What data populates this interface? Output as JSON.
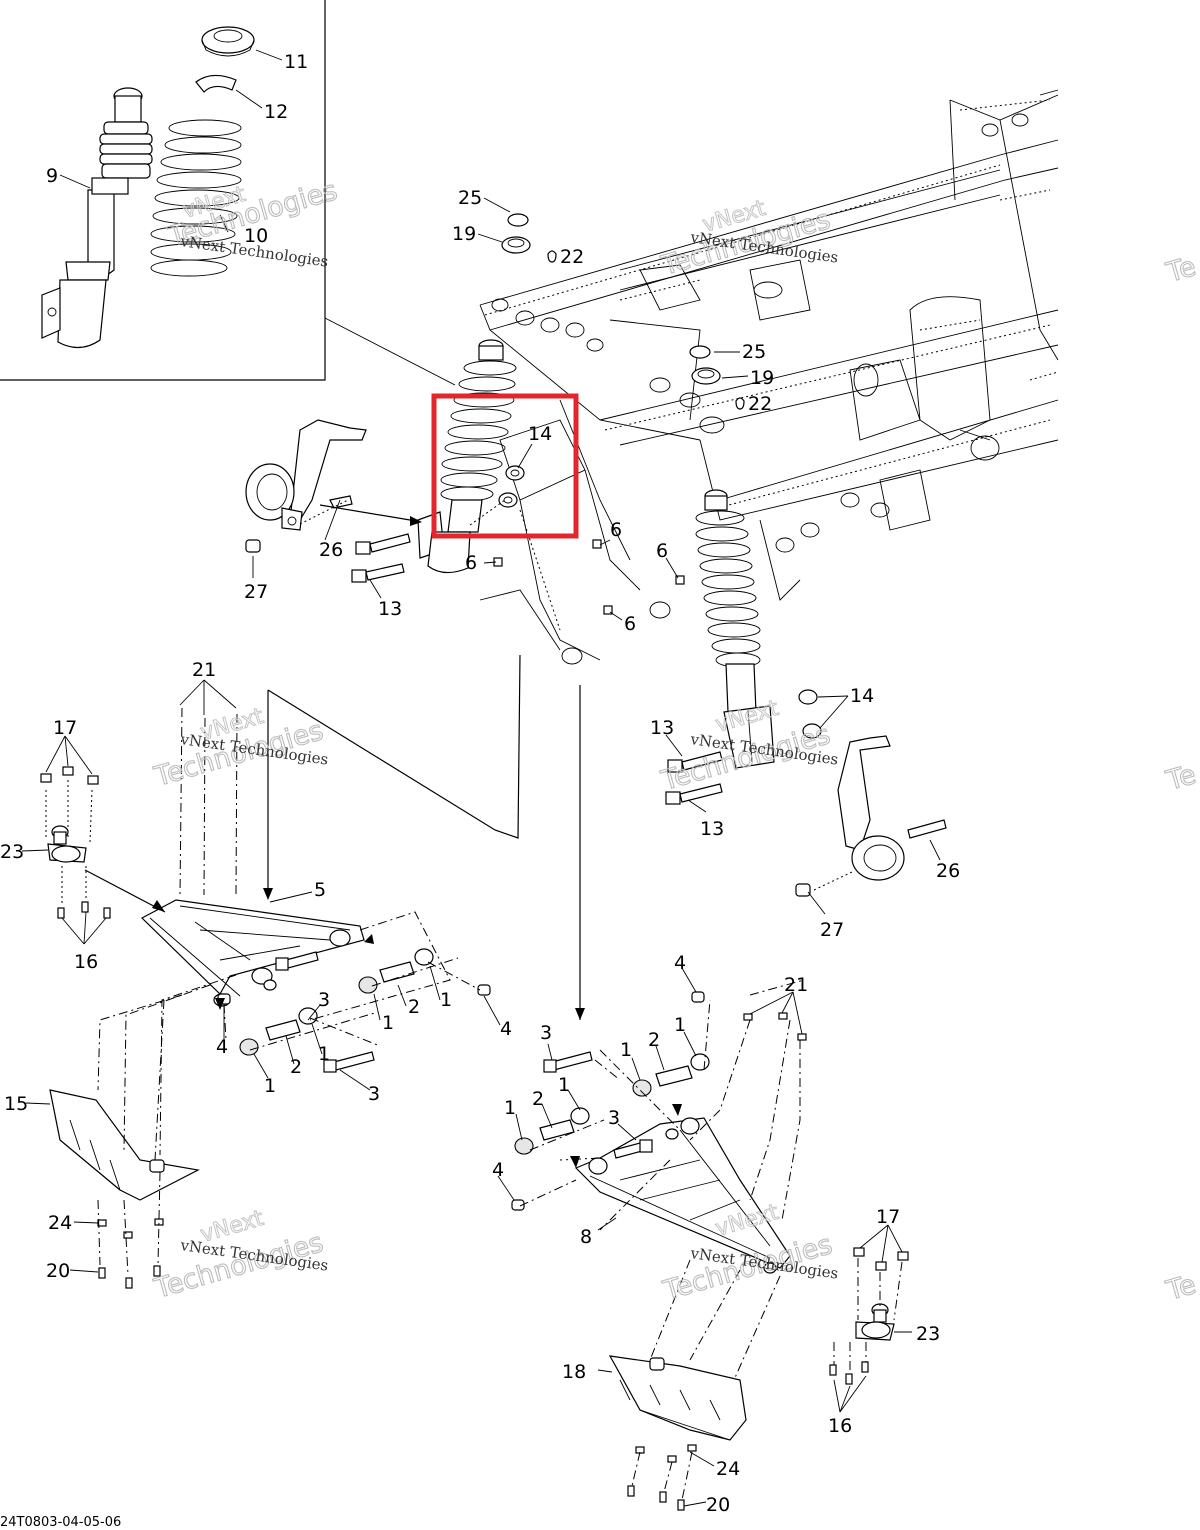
{
  "diagram": {
    "drawing_code": "24T0803-04-05-06",
    "watermark": {
      "company": "vNext Technologies",
      "big_word": "Technologies",
      "side_fragment": "Te"
    },
    "callouts": [
      {
        "id": "c11",
        "text": "11"
      },
      {
        "id": "c12",
        "text": "12"
      },
      {
        "id": "c9",
        "text": "9"
      },
      {
        "id": "c10",
        "text": "10"
      },
      {
        "id": "c25a",
        "text": "25"
      },
      {
        "id": "c19a",
        "text": "19"
      },
      {
        "id": "c22a",
        "text": "22"
      },
      {
        "id": "c25b",
        "text": "25"
      },
      {
        "id": "c19b",
        "text": "19"
      },
      {
        "id": "c22b",
        "text": "22"
      },
      {
        "id": "c14a",
        "text": "14"
      },
      {
        "id": "c26a",
        "text": "26"
      },
      {
        "id": "c27a",
        "text": "27"
      },
      {
        "id": "c13a",
        "text": "13"
      },
      {
        "id": "c6a",
        "text": "6"
      },
      {
        "id": "c6b",
        "text": "6"
      },
      {
        "id": "c6c",
        "text": "6"
      },
      {
        "id": "c6d",
        "text": "6"
      },
      {
        "id": "c21a",
        "text": "21"
      },
      {
        "id": "c17a",
        "text": "17"
      },
      {
        "id": "c23a",
        "text": "23"
      },
      {
        "id": "c16a",
        "text": "16"
      },
      {
        "id": "c5",
        "text": "5"
      },
      {
        "id": "c14b",
        "text": "14"
      },
      {
        "id": "c13b",
        "text": "13"
      },
      {
        "id": "c13c",
        "text": "13"
      },
      {
        "id": "c26b",
        "text": "26"
      },
      {
        "id": "c27b",
        "text": "27"
      },
      {
        "id": "c3a",
        "text": "3"
      },
      {
        "id": "c2a",
        "text": "2"
      },
      {
        "id": "c1a",
        "text": "1"
      },
      {
        "id": "c1b",
        "text": "1"
      },
      {
        "id": "c4a",
        "text": "4"
      },
      {
        "id": "c4b",
        "text": "4"
      },
      {
        "id": "c1c",
        "text": "1"
      },
      {
        "id": "c2b",
        "text": "2"
      },
      {
        "id": "c1d",
        "text": "1"
      },
      {
        "id": "c3b",
        "text": "3"
      },
      {
        "id": "c15",
        "text": "15"
      },
      {
        "id": "c24a",
        "text": "24"
      },
      {
        "id": "c20a",
        "text": "20"
      },
      {
        "id": "c4c",
        "text": "4"
      },
      {
        "id": "c21b",
        "text": "21"
      },
      {
        "id": "c3c",
        "text": "3"
      },
      {
        "id": "c2c",
        "text": "2"
      },
      {
        "id": "c1e",
        "text": "1"
      },
      {
        "id": "c1f",
        "text": "1"
      },
      {
        "id": "c1g",
        "text": "1"
      },
      {
        "id": "c2d",
        "text": "2"
      },
      {
        "id": "c1h",
        "text": "1"
      },
      {
        "id": "c3d",
        "text": "3"
      },
      {
        "id": "c4d",
        "text": "4"
      },
      {
        "id": "c8",
        "text": "8"
      },
      {
        "id": "c17b",
        "text": "17"
      },
      {
        "id": "c23b",
        "text": "23"
      },
      {
        "id": "c16b",
        "text": "16"
      },
      {
        "id": "c18",
        "text": "18"
      },
      {
        "id": "c24b",
        "text": "24"
      },
      {
        "id": "c20b",
        "text": "20"
      }
    ],
    "highlight_color": "#e3262b",
    "line_color": "#000000",
    "watermark_color": "#bcbcbc"
  }
}
